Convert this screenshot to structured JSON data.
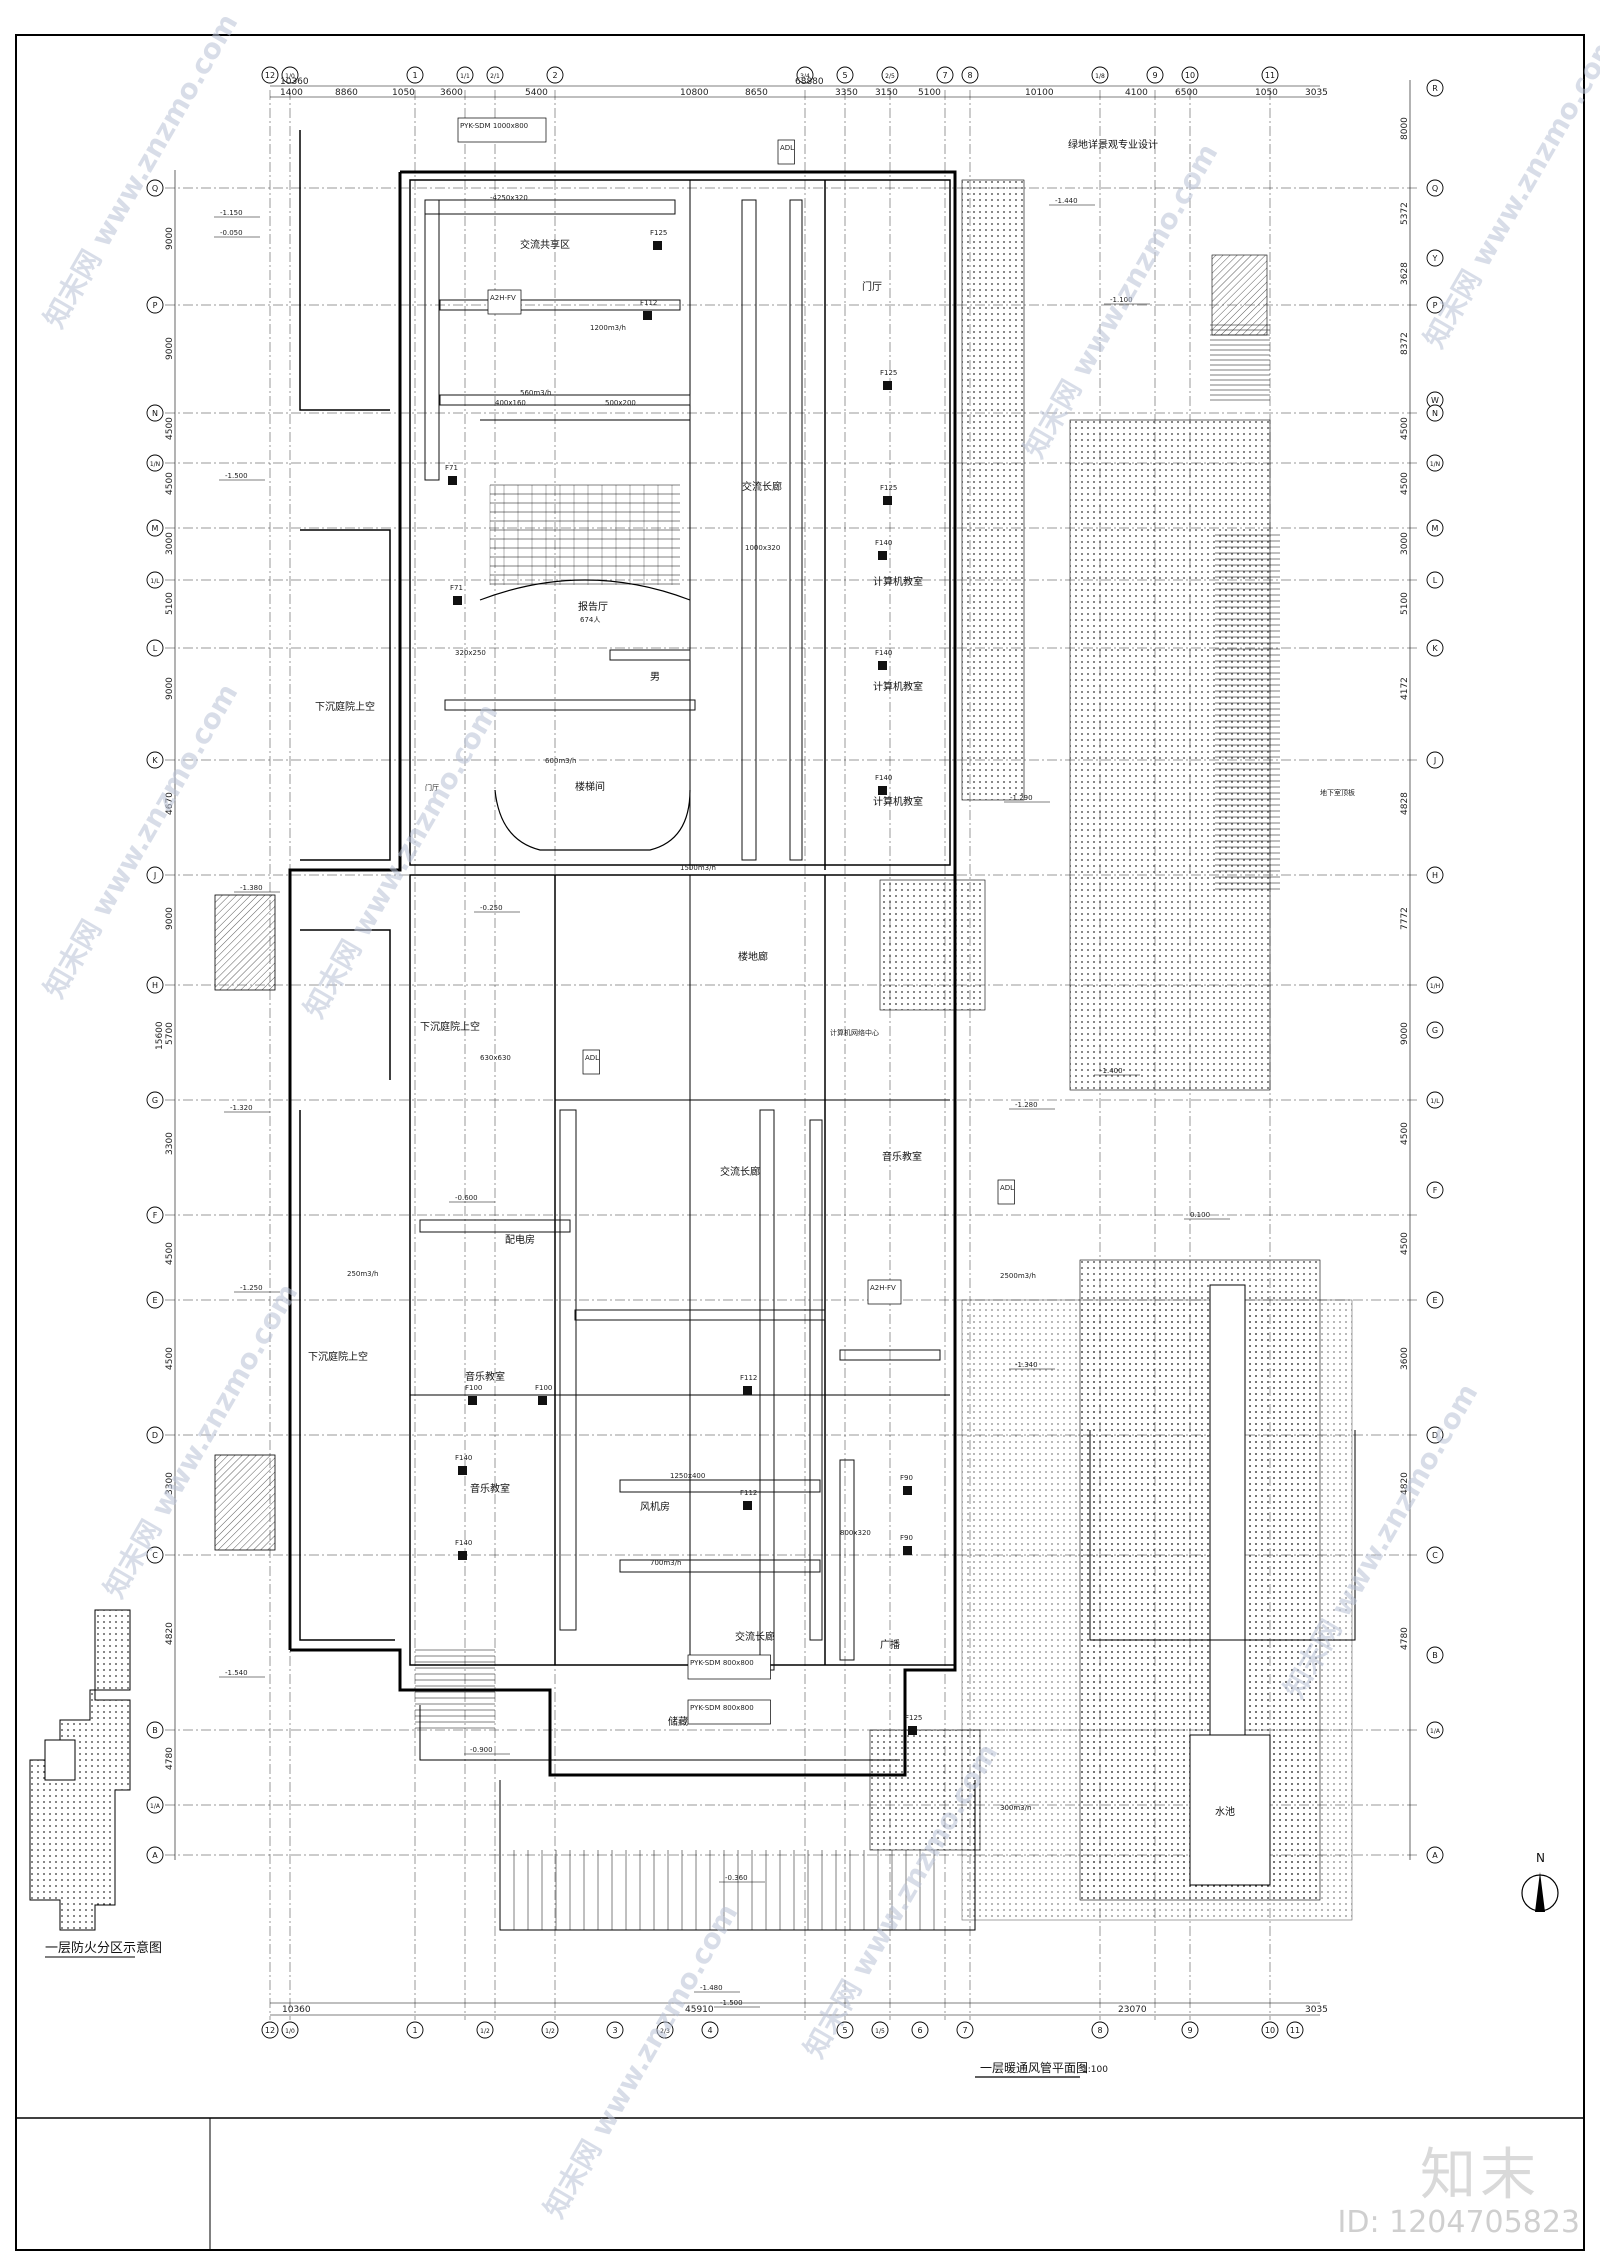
{
  "drawing": {
    "title": "一层暖通风管平面图",
    "scale": "1:100",
    "fire_zone_caption": "一层防火分区示意图",
    "north_label": "N"
  },
  "grid_top": [
    "12",
    "1/0",
    "1",
    "1/1",
    "2/1",
    "2",
    "3/4",
    "5",
    "2/5",
    "7",
    "8",
    "1/8",
    "9",
    "10",
    "11"
  ],
  "grid_bottom": [
    "12",
    "1/0",
    "1",
    "1/2",
    "1/2",
    "3",
    "2/3",
    "4",
    "5",
    "1/5",
    "6",
    "7",
    "8",
    "9",
    "10",
    "11"
  ],
  "grid_left": [
    "Q",
    "P",
    "N",
    "1/N",
    "M",
    "1/L",
    "L",
    "K",
    "J",
    "H",
    "G",
    "F",
    "E",
    "D",
    "C",
    "B",
    "1/A",
    "A"
  ],
  "grid_right": [
    "R",
    "Q",
    "Y",
    "P",
    "W",
    "N",
    "1/N",
    "M",
    "L",
    "K",
    "J",
    "H",
    "1/H",
    "G",
    "1/L",
    "F",
    "E",
    "D",
    "C",
    "B",
    "1/A",
    "A"
  ],
  "dims_top": [
    "10360",
    "68880",
    "1400",
    "8860",
    "1050",
    "3600",
    "5400",
    "10800",
    "8650",
    "3350",
    "3150",
    "5100",
    "10100",
    "4100",
    "6500",
    "1050",
    "3035"
  ],
  "dims_bottom": [
    "10360",
    "45910",
    "23070",
    "3035"
  ],
  "dims_left": [
    "9000",
    "9000",
    "4500",
    "4500",
    "3000",
    "5100",
    "9000",
    "4670",
    "9000",
    "5700",
    "3300",
    "4500",
    "4500",
    "3300",
    "4820",
    "4780",
    "15600"
  ],
  "dims_right": [
    "8000",
    "5372",
    "3628",
    "8372",
    "4500",
    "4500",
    "3000",
    "5100",
    "4172",
    "4828",
    "7772",
    "9000",
    "4500",
    "4500",
    "3600",
    "4820",
    "4780"
  ],
  "rooms": [
    {
      "id": "exchange-area-north",
      "text": "交流共享区"
    },
    {
      "id": "lobby-north",
      "text": "门厅"
    },
    {
      "id": "corridor-east",
      "text": "交流长廊"
    },
    {
      "id": "computer-class-1",
      "text": "计算机教室"
    },
    {
      "id": "computer-class-2",
      "text": "计算机教室"
    },
    {
      "id": "computer-class-3",
      "text": "计算机教室"
    },
    {
      "id": "lecture-hall",
      "text": "报告厅"
    },
    {
      "id": "lecture-hall-seats",
      "text": "674人"
    },
    {
      "id": "toilet-m",
      "text": "男"
    },
    {
      "id": "stair-hall",
      "text": "楼梯间"
    },
    {
      "id": "entrance-hall",
      "text": "门厅"
    },
    {
      "id": "sunken-court-w1",
      "text": "下沉庭院上空"
    },
    {
      "id": "sunken-court-w2",
      "text": "下沉庭院上空"
    },
    {
      "id": "sunken-court-w3",
      "text": "下沉庭院上空"
    },
    {
      "id": "floor-hall",
      "text": "楼地廊"
    },
    {
      "id": "control-center",
      "text": "计算机网络中心"
    },
    {
      "id": "corridor-mid",
      "text": "交流长廊"
    },
    {
      "id": "music-class-1",
      "text": "音乐教室"
    },
    {
      "id": "distribution-room",
      "text": "配电房"
    },
    {
      "id": "music-class-2",
      "text": "音乐教室"
    },
    {
      "id": "music-class-3",
      "text": "音乐教室"
    },
    {
      "id": "fan-room",
      "text": "风机房"
    },
    {
      "id": "corridor-south",
      "text": "交流长廊"
    },
    {
      "id": "broadcast-room",
      "text": "广播"
    },
    {
      "id": "storage",
      "text": "储藏"
    },
    {
      "id": "pool",
      "text": "水池"
    },
    {
      "id": "green-note",
      "text": "绿地详景观专业设计"
    },
    {
      "id": "sunken-note",
      "text": "地下室顶板"
    }
  ],
  "equipment_tags": [
    "PYK-SDM 1000x800",
    "PYK-SDM 800x800",
    "PYK-SDM 800x800",
    "A2H-FV",
    "A2H-FV",
    "ADL",
    "ADL",
    "ADL",
    "F125",
    "F125",
    "F125",
    "F140",
    "F140",
    "F140",
    "F140",
    "F140",
    "F90",
    "F90",
    "F112",
    "F112",
    "F112",
    "F100",
    "F100",
    "F71",
    "F71",
    "F125"
  ],
  "elevations": [
    "-0.050",
    "-1.150",
    "-1.500",
    "-1.380",
    "-1.290",
    "-1.320",
    "-1.250",
    "-1.440",
    "-1.100",
    "-1.400",
    "-1.280",
    "-1.340",
    "-0.900",
    "-0.360",
    "-0.250",
    "-1.540",
    "-1.480",
    "-1.500",
    "-0.600",
    "0.100"
  ],
  "notes": [
    "-4250x320",
    "560m3/h",
    "1200m3/h",
    "1500m3/h",
    "600m3/h",
    "300m3/h",
    "700m3/h",
    "250m3/h",
    "2500m3/h",
    "400x160",
    "500x200",
    "1000x320",
    "320x250",
    "630x630",
    "1250x400",
    "800x320"
  ],
  "watermarks": [
    "知末网 www.znzmo.com",
    "知末网 www.znzmo.com",
    "知末网 www.znzmo.com",
    "知末网 www.znzmo.com",
    "知末网 www.znzmo.com",
    "知末网 www.znzmo.com",
    "知末网 www.znzmo.com",
    "知末网 www.znzmo.com",
    "知末网 www.znzmo.com"
  ],
  "brand": {
    "name": "知末",
    "id": "ID: 1204705823"
  }
}
